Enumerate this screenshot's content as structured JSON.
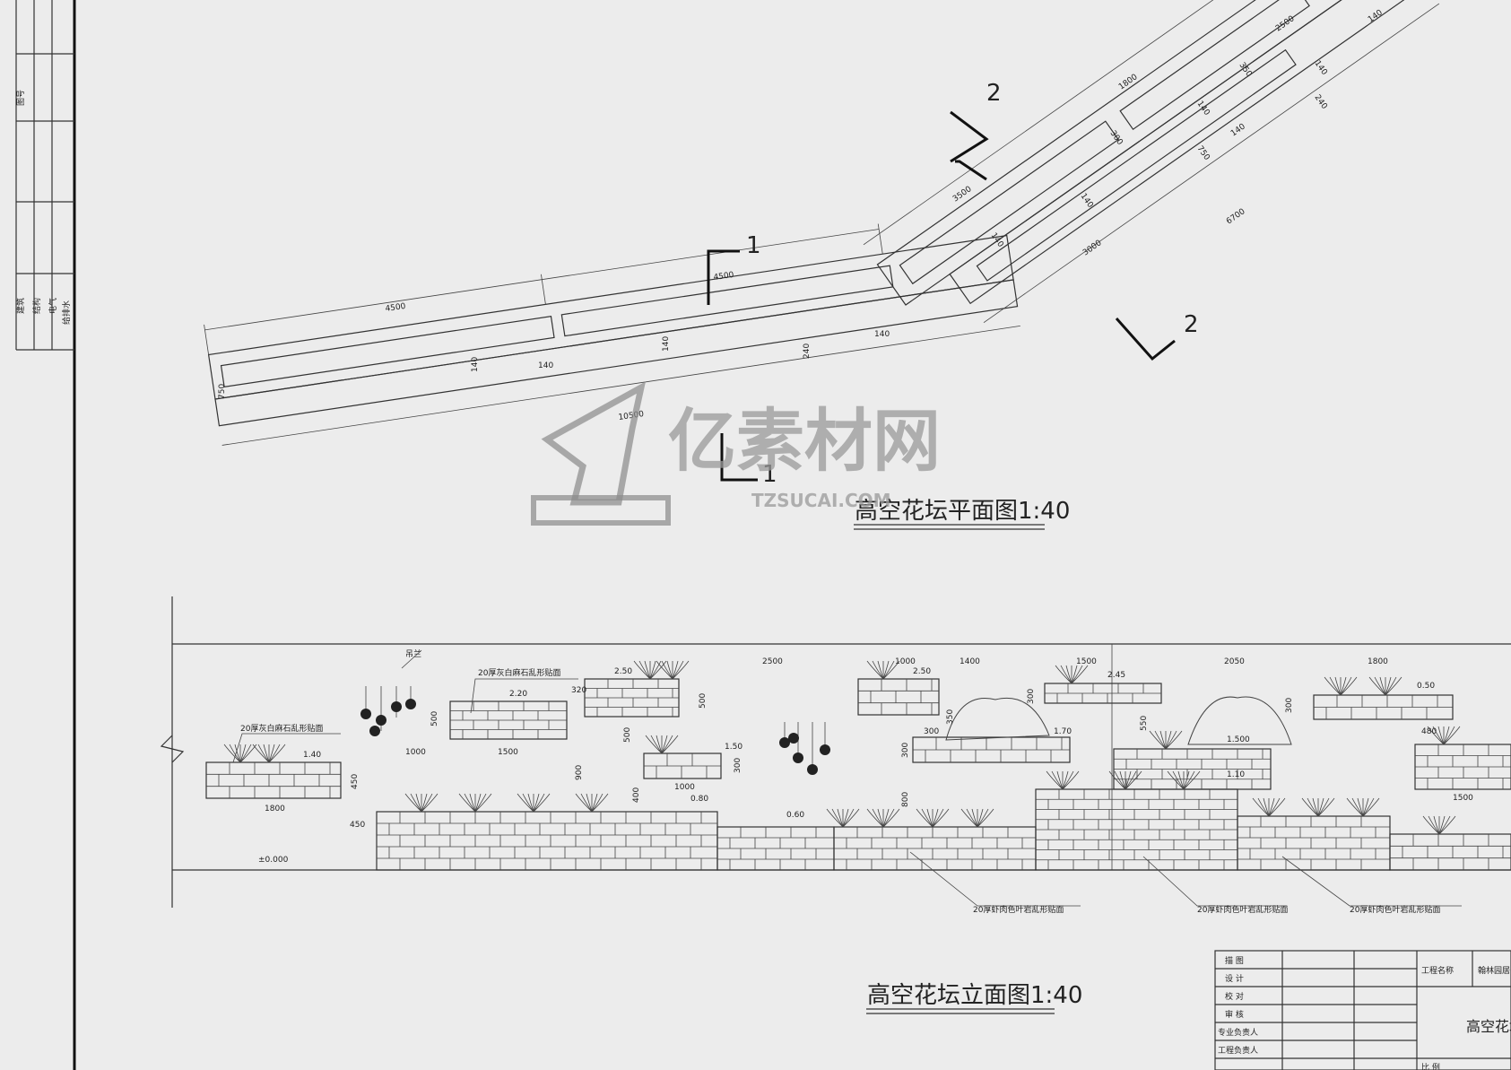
{
  "left_strip": {
    "labels": [
      "建筑",
      "结构",
      "电气",
      "给排水"
    ],
    "top_label": "图号"
  },
  "plan": {
    "title": "高空花坛平面图1:40",
    "section_marks": [
      "1",
      "1",
      "2",
      "2"
    ],
    "dims": [
      "4500",
      "4500",
      "750",
      "140",
      "140",
      "140",
      "240",
      "140",
      "10500",
      "3500",
      "140",
      "140",
      "3000",
      "6700",
      "1800",
      "300",
      "140",
      "750",
      "140",
      "2500",
      "350",
      "140",
      "240",
      "140"
    ]
  },
  "elevation": {
    "title": "高空花坛立面图1:40",
    "notes": [
      "20厚灰白麻石乱形贴面",
      "20厚灰白麻石乱形贴面",
      "20厚虾肉色叶岩乱形贴面",
      "20厚虾肉色叶岩乱形贴面",
      "20厚虾肉色叶岩乱形贴面",
      "吊兰"
    ],
    "dims": [
      "1800",
      "450",
      "450",
      "1000",
      "1500",
      "500",
      "320",
      "900",
      "500",
      "300",
      "1000",
      "400",
      "2500",
      "500",
      "1000",
      "300",
      "300",
      "800",
      "1400",
      "300",
      "1500",
      "550",
      "2050",
      "300",
      "1800",
      "480",
      "1500",
      "350"
    ],
    "levels": [
      "±0.000",
      "1.40",
      "2.20",
      "2.50",
      "1.50",
      "0.80",
      "0.60",
      "2.50",
      "1.70",
      "2.45",
      "1.500",
      "1.10",
      "0.50"
    ]
  },
  "watermark": {
    "text": "亿素材网",
    "sub": "TZSUCAI.COM"
  },
  "title_block": {
    "rows": [
      "描 图",
      "设 计",
      "校 对",
      "审 核",
      "专业负责人",
      "工程负责人"
    ],
    "project_label": "工程名称",
    "project_name": "翰林园居",
    "drawing_name": "高空花坛",
    "scale_label": "比 例"
  },
  "colors": {
    "paper": "#ececec",
    "ink": "#222222"
  }
}
